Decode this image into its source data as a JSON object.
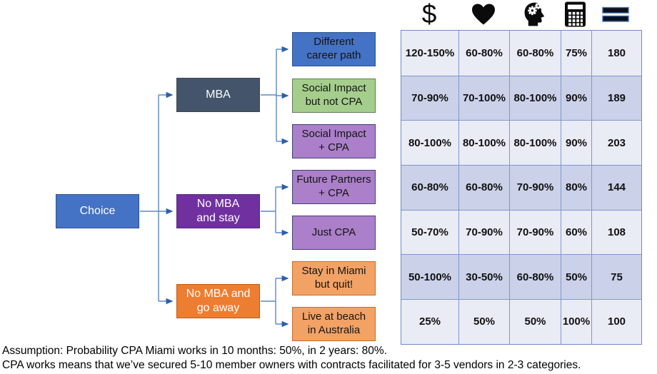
{
  "tree": {
    "root": {
      "label": "Choice"
    },
    "branches": [
      {
        "label": "MBA"
      },
      {
        "label": "No MBA\nand stay"
      },
      {
        "label": "No MBA and\ngo away"
      }
    ],
    "leaves": [
      {
        "label": "Different\ncareer path"
      },
      {
        "label": "Social Impact\nbut not CPA"
      },
      {
        "label": "Social Impact\n+ CPA"
      },
      {
        "label": "Future Partners\n+ CPA"
      },
      {
        "label": "Just CPA"
      },
      {
        "label": "Stay in Miami\nbut quit!"
      },
      {
        "label": "Live at beach\nin Australia"
      }
    ]
  },
  "table": {
    "dollar_glyph": "$",
    "column_icons": [
      "dollar-icon",
      "heart-icon",
      "head-gears-icon",
      "calculator-icon",
      "equals-icon"
    ],
    "rows": [
      [
        "120-150%",
        "60-80%",
        "60-80%",
        "75%",
        "180"
      ],
      [
        "70-90%",
        "70-100%",
        "80-100%",
        "90%",
        "189"
      ],
      [
        "80-100%",
        "80-100%",
        "80-100%",
        "90%",
        "203"
      ],
      [
        "60-80%",
        "60-80%",
        "70-90%",
        "80%",
        "144"
      ],
      [
        "50-70%",
        "70-90%",
        "70-90%",
        "60%",
        "108"
      ],
      [
        "50-100%",
        "30-50%",
        "60-80%",
        "50%",
        "75"
      ],
      [
        "25%",
        "50%",
        "50%",
        "100%",
        "100"
      ]
    ]
  },
  "footnotes": [
    "Assumption: Probability CPA Miami works in 10 months: 50%, in 2 years: 80%.",
    "CPA works means that we’ve secured 5-10 member owners with contracts facilitated for 3-5 vendors in 2-3 categories."
  ],
  "colors": {
    "node_blue": "#4472C4",
    "node_dark": "#44546A",
    "node_purple": "#7030A0",
    "node_orange": "#ED7D31",
    "leaf_green": "#A5CE8D",
    "leaf_violet": "#AB7FC9",
    "leaf_orange": "#F2A265",
    "table_row_light": "#E9EBF5",
    "table_row_dark": "#CBD1E8",
    "table_border": "#7D99CF",
    "connector": "#4D7EC4",
    "arrowhead": "#2E5FA8"
  }
}
